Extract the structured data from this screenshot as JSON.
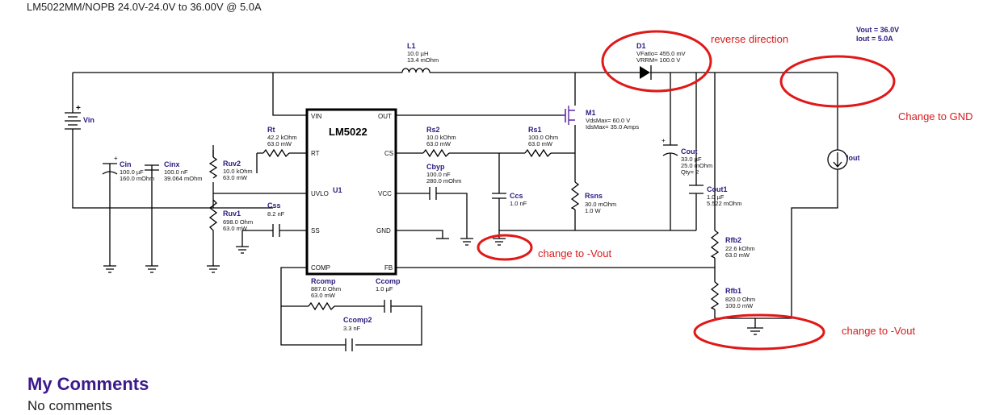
{
  "header": {
    "title": "LM5022MM/NOPB 24.0V-24.0V to 36.00V @ 5.0A"
  },
  "ic": {
    "name": "LM5022",
    "ref": "U1",
    "pins": {
      "vin": "VIN",
      "out": "OUT",
      "rt": "RT",
      "cs": "CS",
      "uvlo": "UVLO",
      "vcc": "VCC",
      "ss": "SS",
      "gnd": "GND",
      "comp": "COMP",
      "fb": "FB"
    }
  },
  "components": {
    "l1": {
      "name": "L1",
      "v1": "10.0 µH",
      "v2": "13.4 mOhm"
    },
    "d1": {
      "name": "D1",
      "v1": "VFatIo= 455.0 mV",
      "v2": "VRRM= 100.0 V"
    },
    "m1": {
      "name": "M1",
      "v1": "VdsMax= 60.0 V",
      "v2": "IdsMax= 35.0 Amps"
    },
    "vin": {
      "name": "Vin"
    },
    "cin": {
      "name": "Cin",
      "v1": "100.0 µF",
      "v2": "160.0 mOhm"
    },
    "cinx": {
      "name": "Cinx",
      "v1": "100.0 nF",
      "v2": "39.064 mOhm"
    },
    "ruv2": {
      "name": "Ruv2",
      "v1": "10.0 kOhm",
      "v2": "63.0 mW"
    },
    "ruv1": {
      "name": "Ruv1",
      "v1": "698.0 Ohm",
      "v2": "63.0 mW"
    },
    "rt": {
      "name": "Rt",
      "v1": "42.2 kOhm",
      "v2": "63.0 mW"
    },
    "css": {
      "name": "Css",
      "v1": "8.2 nF"
    },
    "rs2": {
      "name": "Rs2",
      "v1": "10.0 kOhm",
      "v2": "63.0 mW"
    },
    "rs1": {
      "name": "Rs1",
      "v1": "100.0 Ohm",
      "v2": "63.0 mW"
    },
    "cbyp": {
      "name": "Cbyp",
      "v1": "100.0 nF",
      "v2": "280.0 mOhm"
    },
    "ccs": {
      "name": "Ccs",
      "v1": "1.0 nF"
    },
    "rsns": {
      "name": "Rsns",
      "v1": "30.0 mOhm",
      "v2": "1.0 W"
    },
    "cout": {
      "name": "Cout",
      "v1": "33.0 µF",
      "v2": "25.0 mOhm",
      "v3": "Qty= 2"
    },
    "cout1": {
      "name": "Cout1",
      "v1": "1.0 µF",
      "v2": "5.522 mOhm"
    },
    "rfb2": {
      "name": "Rfb2",
      "v1": "22.6 kOhm",
      "v2": "63.0 mW"
    },
    "rfb1": {
      "name": "Rfb1",
      "v1": "820.0 Ohm",
      "v2": "100.0 mW"
    },
    "rcomp": {
      "name": "Rcomp",
      "v1": "887.0 Ohm",
      "v2": "63.0 mW"
    },
    "ccomp": {
      "name": "Ccomp",
      "v1": "1.0 µF"
    },
    "ccomp2": {
      "name": "Ccomp2",
      "v1": "3.3 nF"
    },
    "iout": {
      "name": "Iout"
    }
  },
  "output_spec": {
    "vout": "Vout  =  36.0V",
    "iout": "Iout  =  5.0A"
  },
  "annotations": {
    "reverse": "reverse direction",
    "gnd": "Change to GND",
    "vout1": "change to -Vout",
    "vout2": "change to -Vout"
  },
  "comments": {
    "heading": "My Comments",
    "body": "No comments"
  },
  "colors": {
    "annotation": "#d81b1b",
    "component_name": "#2a1a80",
    "heading": "#3b1a8a"
  }
}
